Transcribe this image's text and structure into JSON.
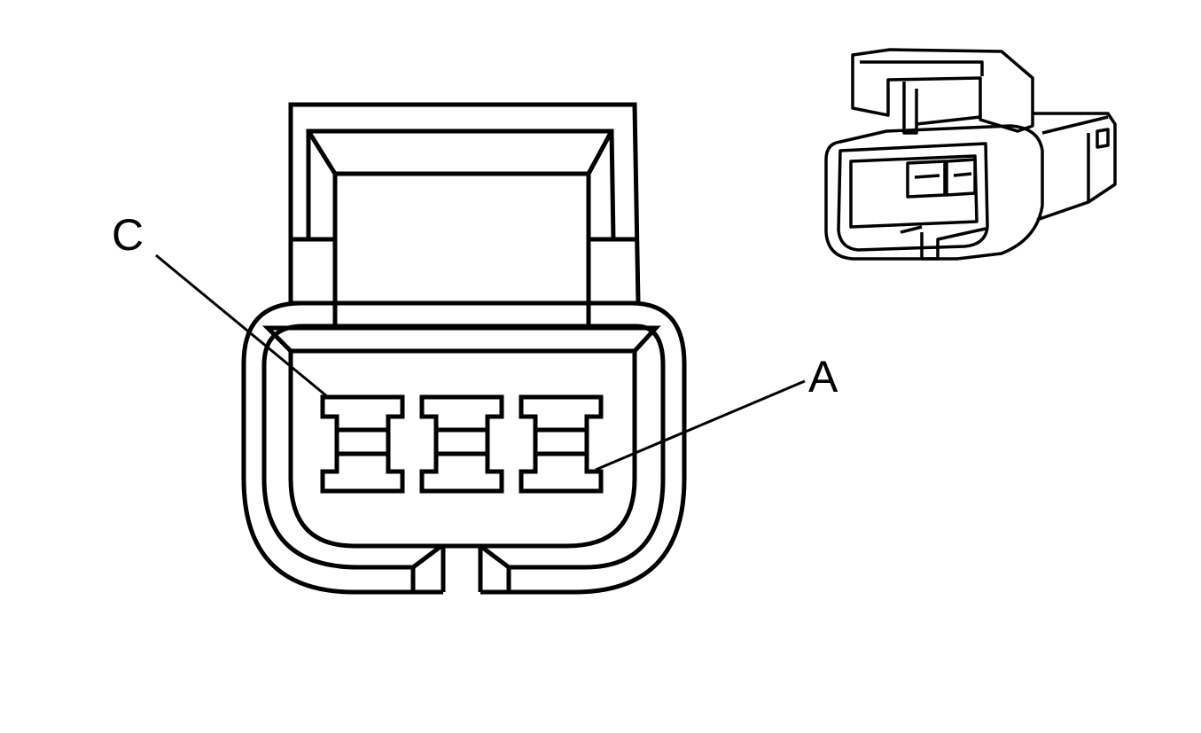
{
  "labels": {
    "pin_c": "C",
    "pin_a": "A"
  },
  "colors": {
    "line": "#000000",
    "background": "#ffffff"
  },
  "terminal_count": 3
}
